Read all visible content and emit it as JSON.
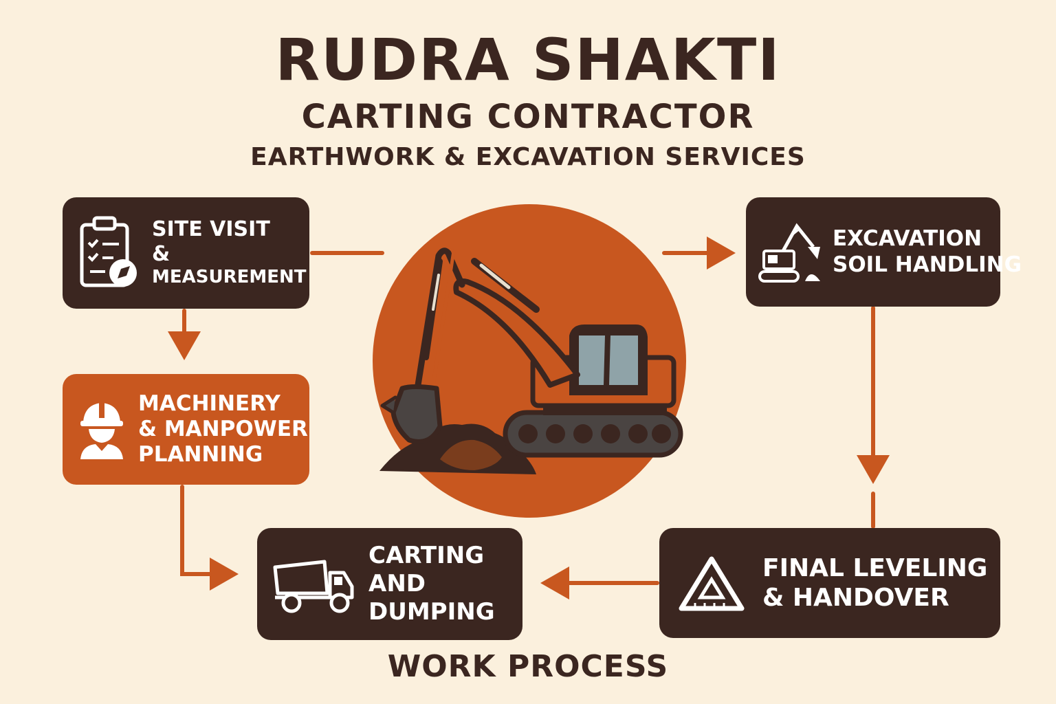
{
  "header": {
    "title": "RUDRA SHAKTI",
    "subtitle": "CARTING CONTRACTOR",
    "tagline": "EARTHWORK & EXCAVATION SERVICES"
  },
  "footer": {
    "caption": "WORK PROCESS"
  },
  "steps": [
    {
      "lines": [
        "SITE VISIT",
        "&",
        "MEASUREMENT"
      ],
      "icon": "clipboard-compass-icon"
    },
    {
      "lines": [
        "MACHINERY",
        "& MANPOWER",
        "PLANNING"
      ],
      "icon": "worker-hardhat-icon"
    },
    {
      "lines": [
        "EXCAVATION",
        "SOIL HANDLING"
      ],
      "icon": "excavator-icon"
    },
    {
      "lines": [
        "CARTING",
        "AND",
        "DUMPING"
      ],
      "icon": "dump-truck-icon"
    },
    {
      "lines": [
        "FINAL LEVELING",
        "& HANDOVER"
      ],
      "icon": "leveling-triangle-icon"
    }
  ],
  "colors": {
    "background": "#fbf0dd",
    "dark_brown": "#3b2620",
    "accent_orange": "#c8571f",
    "excavator_cabin_glass": "#8fa3a8"
  }
}
